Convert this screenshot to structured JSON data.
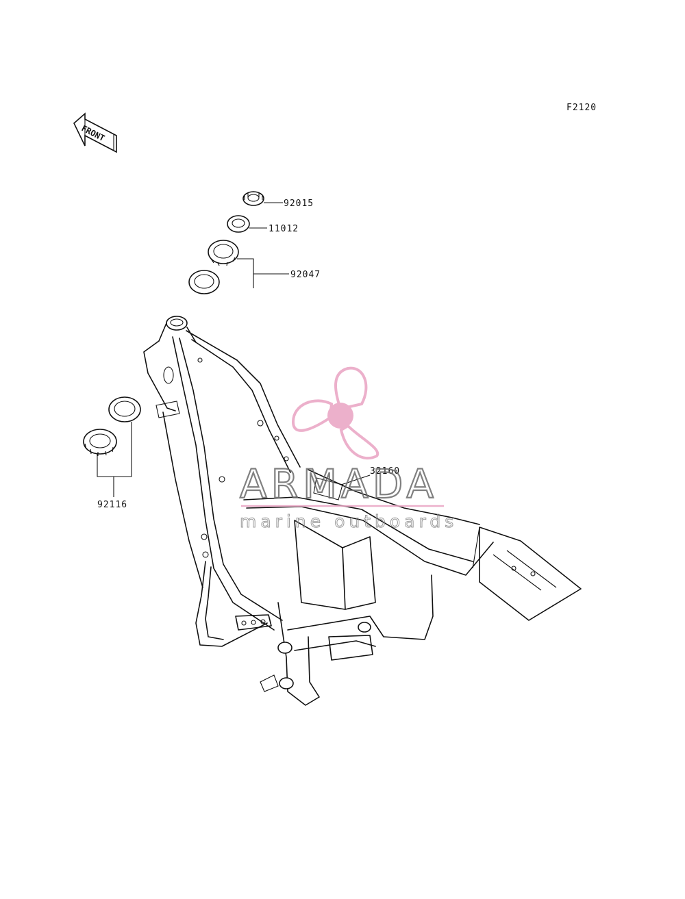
{
  "diagram": {
    "code": "F2120",
    "front_label": "FRONT",
    "parts": [
      {
        "number": "92015"
      },
      {
        "number": "11012"
      },
      {
        "number": "92047"
      },
      {
        "number": "92116"
      },
      {
        "number": "32160"
      }
    ]
  },
  "watermark": {
    "brand": "ARMADA",
    "tagline": "marine outboards",
    "color": "#e9a3c2"
  },
  "colors": {
    "line": "#111111",
    "background": "#ffffff"
  }
}
